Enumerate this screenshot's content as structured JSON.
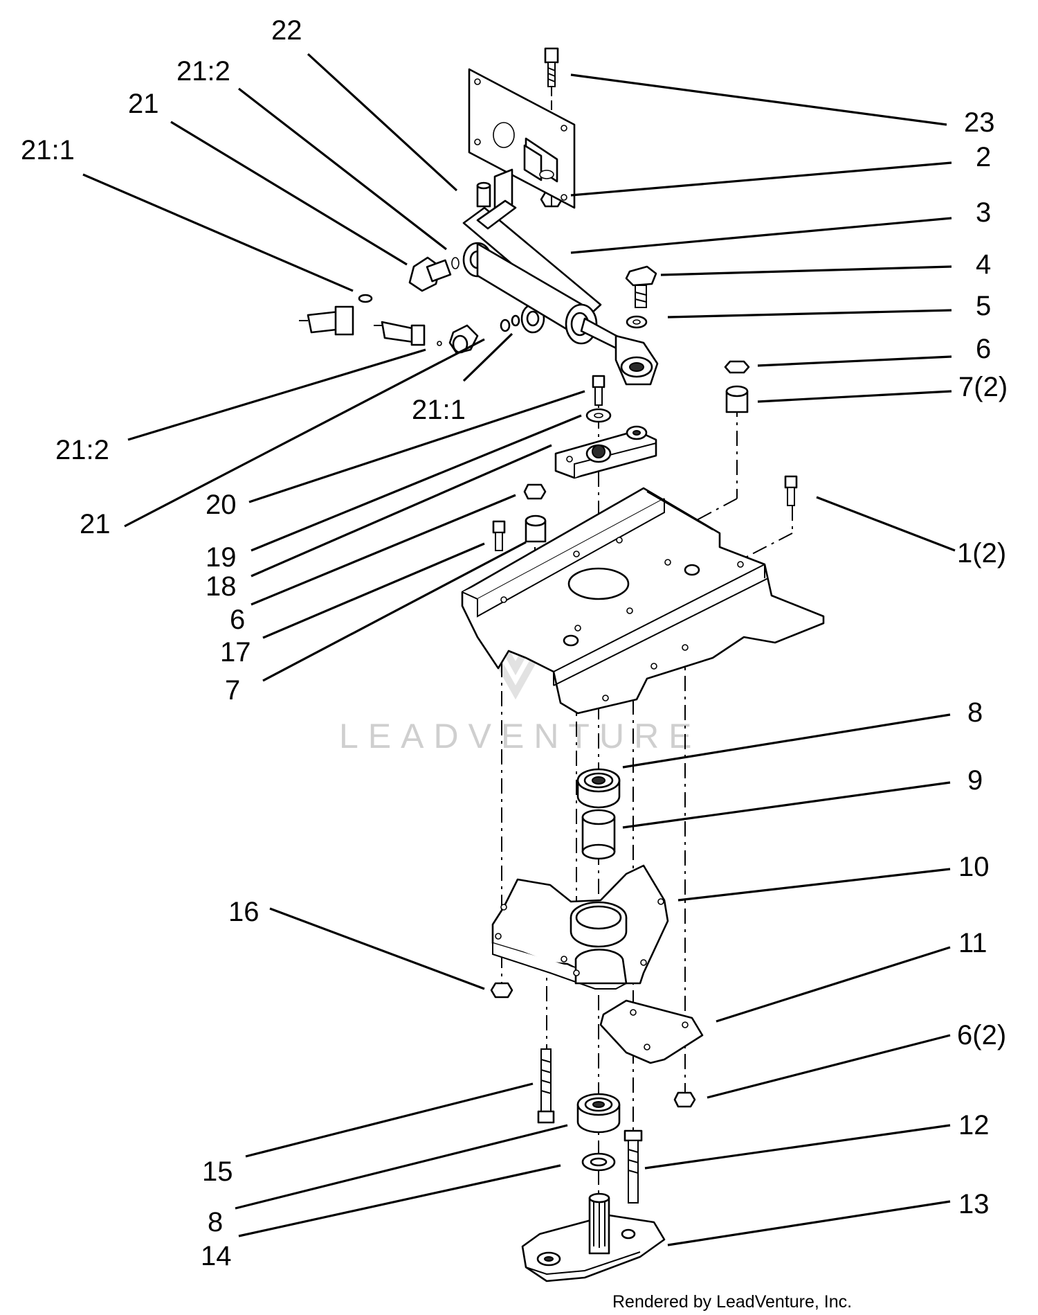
{
  "callouts": [
    {
      "id": "c1",
      "label": "22"
    },
    {
      "id": "c2",
      "label": "21:2"
    },
    {
      "id": "c3",
      "label": "21"
    },
    {
      "id": "c4",
      "label": "21:1"
    },
    {
      "id": "c5",
      "label": "23"
    },
    {
      "id": "c6",
      "label": "2"
    },
    {
      "id": "c7",
      "label": "3"
    },
    {
      "id": "c8",
      "label": "4"
    },
    {
      "id": "c9",
      "label": "5"
    },
    {
      "id": "c10",
      "label": "6"
    },
    {
      "id": "c11",
      "label": "7(2)"
    },
    {
      "id": "c12",
      "label": "21:1"
    },
    {
      "id": "c13",
      "label": "21:2"
    },
    {
      "id": "c14",
      "label": "20"
    },
    {
      "id": "c15",
      "label": "21"
    },
    {
      "id": "c16",
      "label": "1(2)"
    },
    {
      "id": "c17",
      "label": "19"
    },
    {
      "id": "c18",
      "label": "18"
    },
    {
      "id": "c19",
      "label": "6"
    },
    {
      "id": "c20",
      "label": "17"
    },
    {
      "id": "c21",
      "label": "7"
    },
    {
      "id": "c22",
      "label": "8"
    },
    {
      "id": "c23",
      "label": "9"
    },
    {
      "id": "c24",
      "label": "10"
    },
    {
      "id": "c25",
      "label": "16"
    },
    {
      "id": "c26",
      "label": "11"
    },
    {
      "id": "c27",
      "label": "6(2)"
    },
    {
      "id": "c28",
      "label": "15"
    },
    {
      "id": "c29",
      "label": "12"
    },
    {
      "id": "c30",
      "label": "8"
    },
    {
      "id": "c31",
      "label": "13"
    },
    {
      "id": "c32",
      "label": "14"
    }
  ],
  "watermark": "LEADVENTURE",
  "credit": "Rendered by LeadVenture, Inc."
}
